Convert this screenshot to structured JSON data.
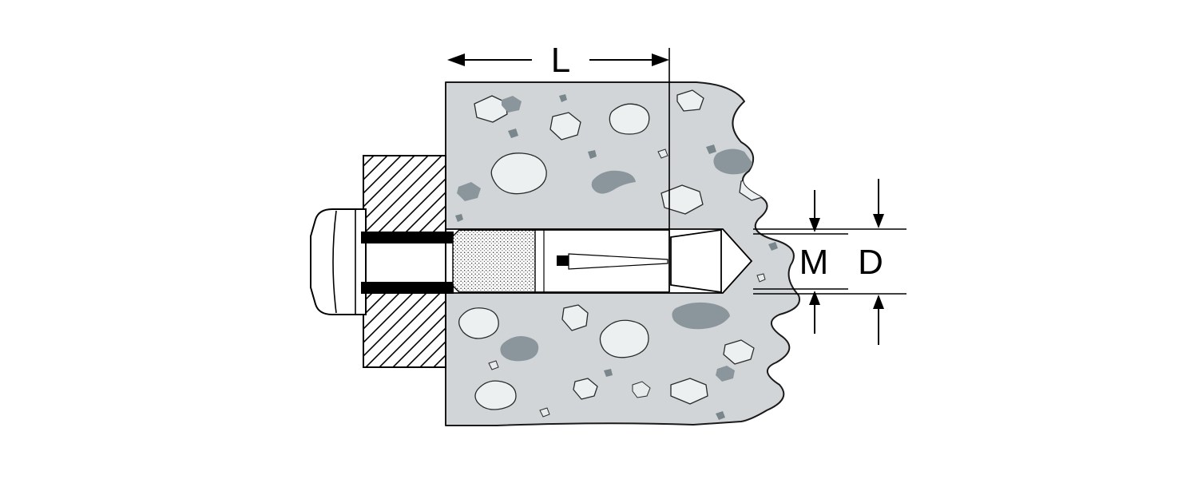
{
  "diagram": {
    "type": "technical-cross-section",
    "labels": {
      "length": "L",
      "thread_size": "M",
      "drill_diameter": "D"
    },
    "colors": {
      "background": "#ffffff",
      "line": "#000000",
      "concrete": "#d2d5d7",
      "stone_light": "#edf0f1",
      "stone_dark": "#8a969c"
    }
  }
}
